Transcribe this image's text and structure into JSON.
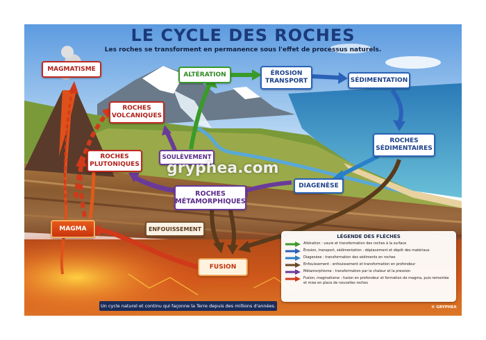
{
  "header": {
    "title": "LE CYCLE DES ROCHES",
    "subtitle": "Les roches se transforment en permanence sous l'effet de processus naturels."
  },
  "nodes": {
    "magmatisme": "MAGMATISME",
    "alteration": "ALTÉRATION",
    "erosion": "ÉROSION\nTRANSPORT",
    "sedimentation": "SÉDIMENTATION",
    "roches_volcaniques": "ROCHES\nVOLCANIQUES",
    "roches_plutoniques": "ROCHES\nPLUTONIQUES",
    "soulevement": "SOULÈVEMENT",
    "roches_sedimentaires": "ROCHES\nSÉDIMENTAIRES",
    "diagenese": "DIAGENÈSE",
    "roches_metamorphiques": "ROCHES\nMÉTAMORPHIQUES",
    "enfouissement": "ENFOUISSEMENT",
    "magma": "MAGMA",
    "fusion": "FUSION"
  },
  "watermark": "gryphea.com",
  "legend": {
    "title": "LÉGENDE DES FLÈCHES",
    "items": [
      {
        "color": "#3a9a2a",
        "text": "Altération : usure et transformation des roches à la surface"
      },
      {
        "color": "#2a62b8",
        "text": "Érosion, transport, sédimentation : déplacement et dépôt des matériaux"
      },
      {
        "color": "#2a80c8",
        "text": "Diagenèse : transformation des sédiments en roches"
      },
      {
        "color": "#6a4a2a",
        "text": "Enfouissement : enfouissement et transformation en profondeur"
      },
      {
        "color": "#6a3a9a",
        "text": "Métamorphisme : transformation par la chaleur et la pression"
      },
      {
        "color": "#d03a1a",
        "text": "Fusion, magmatisme : fusion en profondeur et formation de magma, puis remontée et mise en place de nouvelles roches"
      }
    ]
  },
  "footer": "Un cycle naturel et continu qui façonne la Terre depuis des millions d'années.",
  "copyright": "© GRYPHEA"
}
